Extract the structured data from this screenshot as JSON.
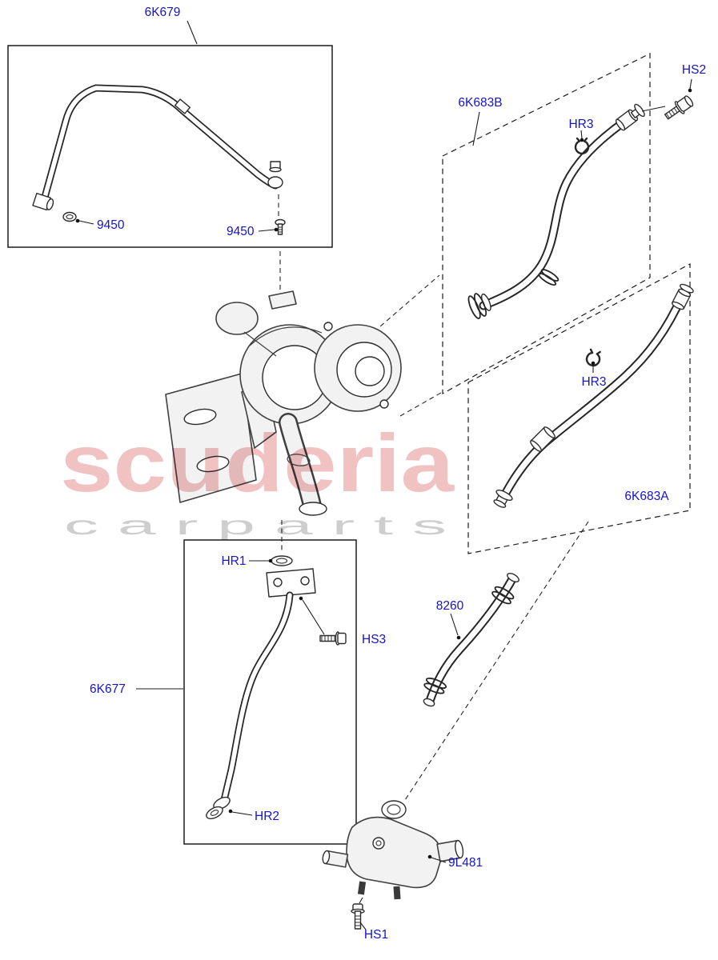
{
  "watermark": {
    "brand": "scuderia",
    "subtitle": "c a r p a r t s"
  },
  "labels": {
    "p6K679": "6K679",
    "p9450_left": "9450",
    "p9450_right": "9450",
    "p6K683B": "6K683B",
    "pHR3_top": "HR3",
    "pHS2": "HS2",
    "p6K683A": "6K683A",
    "pHR3_mid": "HR3",
    "pHR1": "HR1",
    "pHS3": "HS3",
    "p6K677": "6K677",
    "pHR2": "HR2",
    "p8260": "8260",
    "p9L481": "9L481",
    "pHS1": "HS1"
  },
  "colors": {
    "label": "#1414cc",
    "line": "#1c1c1c",
    "watermark_brand": "#efb7b7",
    "watermark_subtitle": "#c6c6c6"
  }
}
